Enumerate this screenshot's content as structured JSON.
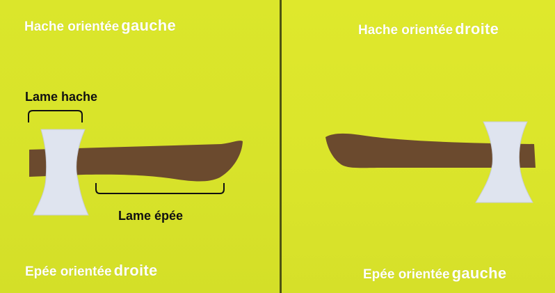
{
  "panels": {
    "left": {
      "top_caption": {
        "text": "Hache orientée",
        "emphasis": "gauche"
      },
      "bottom_caption": {
        "text": "Epée orientée",
        "emphasis": "droite"
      },
      "annotations": {
        "axe_blade": "Lame hache",
        "sword_blade": "Lame épée"
      }
    },
    "right": {
      "top_caption": {
        "text": "Hache orientée",
        "emphasis": "droite"
      },
      "bottom_caption": {
        "text": "Epée orientée",
        "emphasis": "gauche"
      }
    }
  },
  "colors": {
    "background": "#dbe52b",
    "handle": "#6b4a2e",
    "blade": "#dfe4ef",
    "caption": "#ffffff",
    "label": "#111111",
    "divider": "#4f5410"
  }
}
